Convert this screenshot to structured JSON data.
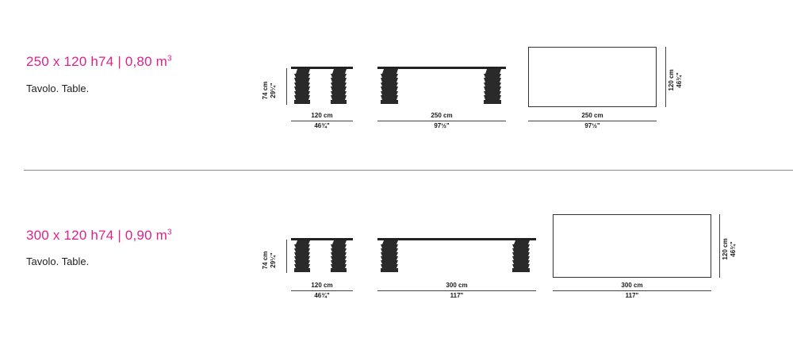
{
  "specs": [
    {
      "title": "250 x 120 h74",
      "volume": "0,80 m",
      "volume_sup": "3",
      "subtitle": "Tavolo. Table.",
      "side": {
        "width_cm": "120 cm",
        "width_in": "46¾\"",
        "height_cm": "74 cm",
        "height_in": "29¼\""
      },
      "front": {
        "length_cm": "250 cm",
        "length_in": "97½\""
      },
      "top": {
        "length_cm": "250 cm",
        "length_in": "97½\"",
        "depth_cm": "120 cm",
        "depth_in": "46¾\""
      }
    },
    {
      "title": "300 x 120 h74",
      "volume": "0,90 m",
      "volume_sup": "3",
      "subtitle": "Tavolo. Table.",
      "side": {
        "width_cm": "120 cm",
        "width_in": "46¾\"",
        "height_cm": "74 cm",
        "height_in": "29¼\""
      },
      "front": {
        "length_cm": "300 cm",
        "length_in": "117\""
      },
      "top": {
        "length_cm": "300 cm",
        "length_in": "117\"",
        "depth_cm": "120 cm",
        "depth_in": "46¾\""
      }
    }
  ]
}
